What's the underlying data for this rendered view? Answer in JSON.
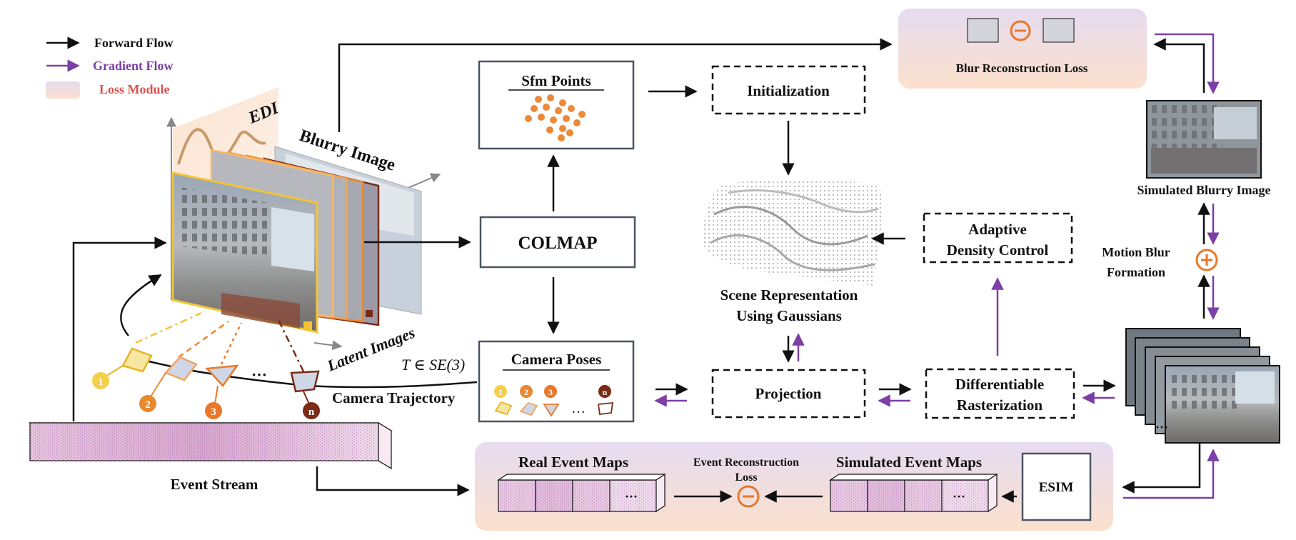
{
  "legend": {
    "forward": "Forward Flow",
    "gradient": "Gradient Flow",
    "loss": "Loss Module"
  },
  "labels": {
    "edi": "EDI",
    "blurry_image": "Blurry Image",
    "latent_images": "Latent Images",
    "trajectory_formula": "T ∈ SE(3)",
    "camera_trajectory": "Camera Trajectory",
    "event_stream": "Event Stream",
    "colmap": "COLMAP",
    "sfm_points": "Sfm Points",
    "camera_poses": "Camera Poses",
    "initialization": "Initialization",
    "scene_line1": "Scene Representation",
    "scene_line2": "Using Gaussians",
    "projection": "Projection",
    "adc_line1": "Adaptive",
    "adc_line2": "Density Control",
    "diffrast_line1": "Differentiable",
    "diffrast_line2": "Rasterization",
    "blur_loss": "Blur Reconstruction Loss",
    "sim_blurry": "Simulated Blurry Image",
    "motion_blur_line1": "Motion Blur",
    "motion_blur_line2": "Formation",
    "real_event_maps": "Real Event Maps",
    "event_loss_line1": "Event Reconstruction",
    "event_loss_line2": "Loss",
    "sim_event_maps": "Simulated Event Maps",
    "esim": "ESIM",
    "ellipsis": "···",
    "ellipsis_poses": "…"
  },
  "pose_markers": [
    "1",
    "2",
    "3",
    "n"
  ],
  "pose_markers_small": [
    "1",
    "2",
    "3",
    "n"
  ],
  "colors": {
    "forward": "#111111",
    "gradient": "#7b3fa6",
    "loss_top": "#e6dcf1",
    "loss_bottom": "#fbe0cc",
    "minus_orange": "#e8772a",
    "pose1": "#f3c536",
    "pose2": "#e8892f",
    "pose3": "#e9782a",
    "posen": "#7a2b16"
  }
}
